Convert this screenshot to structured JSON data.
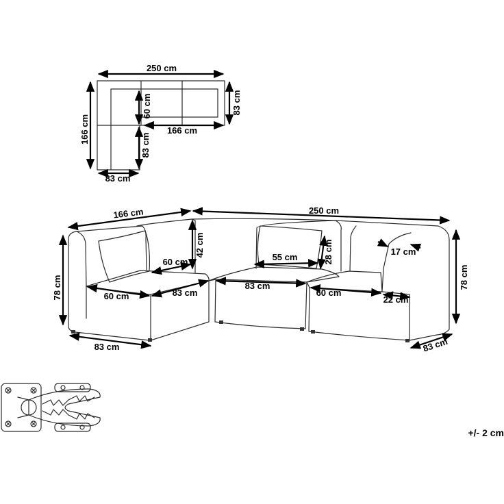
{
  "top_view": {
    "width_label": "250 cm",
    "left_height_label": "166 cm",
    "right_depth_label": "83 cm",
    "seat_depth_label": "60 cm",
    "inner_length_label": "166 cm",
    "arm_depth_label": "83 cm",
    "bottom_width_label": "83 cm"
  },
  "front_view": {
    "left_length_label": "166 cm",
    "total_length_label": "250 cm",
    "height_left_label": "78 cm",
    "height_right_label": "78 cm",
    "back_height_label": "42 cm",
    "seat_depth_a_label": "60 cm",
    "seat_depth_b_label": "60 cm",
    "seat_depth_c_label": "60 cm",
    "module_width_a_label": "83 cm",
    "module_width_b_label": "83 cm",
    "cushion_width_label": "55 cm",
    "cushion_height_label": "28 cm",
    "arm_width_label": "17 cm",
    "arm_height_label": "22 cm",
    "base_left_label": "83 cm",
    "base_right_label": "83 cm"
  },
  "tolerance": "+/- 2 cm"
}
